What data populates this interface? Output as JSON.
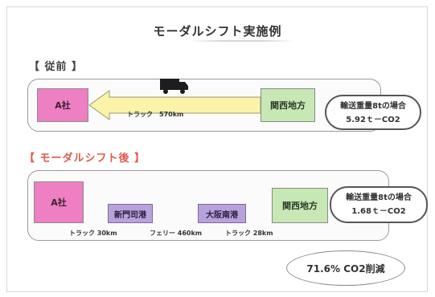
{
  "title": "モーダルシフト実施例",
  "before": {
    "section_label": "【 従前 】",
    "origin": "関西地方",
    "destination": "A社",
    "route_label": "トラック　570km",
    "emission_line1": "輸送重量8tの場合",
    "emission_line2": "5.92ｔ－CO2"
  },
  "after": {
    "section_label": "【 モーダルシフト後 】",
    "origin": "関西地方",
    "destination": "A社",
    "port_east": "新門司港",
    "port_west": "大阪南港",
    "leg1_label": "トラック 30km",
    "leg2_label": "フェリー 460km",
    "leg3_label": "トラック 28km",
    "emission_line1": "輸送重量8tの場合",
    "emission_line2": "1.68ｔ－CO2"
  },
  "result": "71.6% CO2削減",
  "colors": {
    "company": "#ee7fc3",
    "region": "#c7e8b5",
    "port": "#b9a2dc",
    "truck_arrow": "#fbf3a8",
    "ferry_arrow": "#cfe6f3",
    "after_heading": "#e05a4c"
  }
}
